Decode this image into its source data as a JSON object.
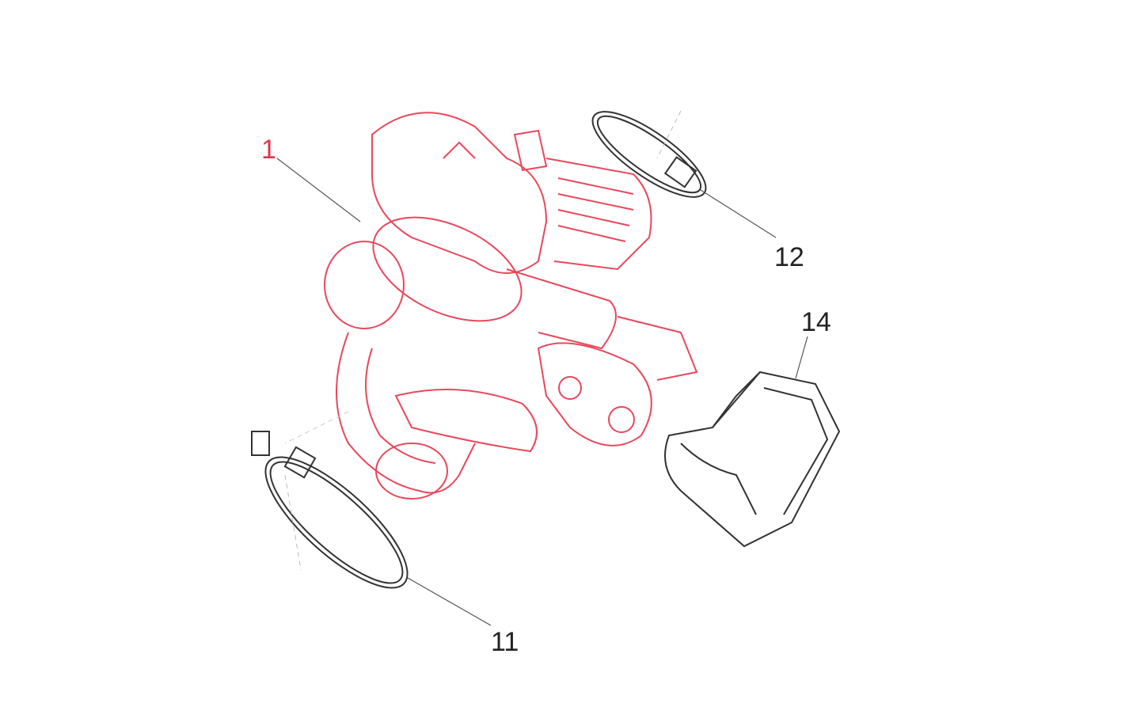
{
  "callouts": [
    {
      "number": "1",
      "part": "throttle-body",
      "color": "#e0354a"
    },
    {
      "number": "12",
      "part": "hose-clamp-upper",
      "color": "#222222"
    },
    {
      "number": "14",
      "part": "sensor-cover",
      "color": "#222222"
    },
    {
      "number": "11",
      "part": "hose-clamp-lower",
      "color": "#222222"
    }
  ],
  "colors": {
    "highlight": "#e0354a",
    "line": "#333333",
    "background": "#ffffff"
  }
}
